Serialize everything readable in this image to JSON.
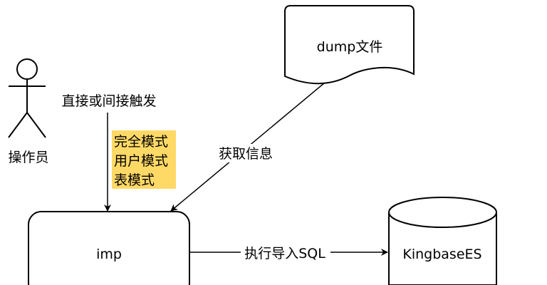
{
  "diagram": {
    "actor": {
      "label": "操作员"
    },
    "trigger_label": "直接或间接触发",
    "modes": [
      "完全模式",
      "用户模式",
      "表模式"
    ],
    "dump_file": {
      "label": "dump文件"
    },
    "fetch_label": "获取信息",
    "imp_box": {
      "label": "imp"
    },
    "execute_label": "执行导入SQL",
    "database": {
      "label": "KingbaseES"
    },
    "colors": {
      "highlight": "#ffd966",
      "stroke": "#000000",
      "background": "#ffffff"
    }
  }
}
